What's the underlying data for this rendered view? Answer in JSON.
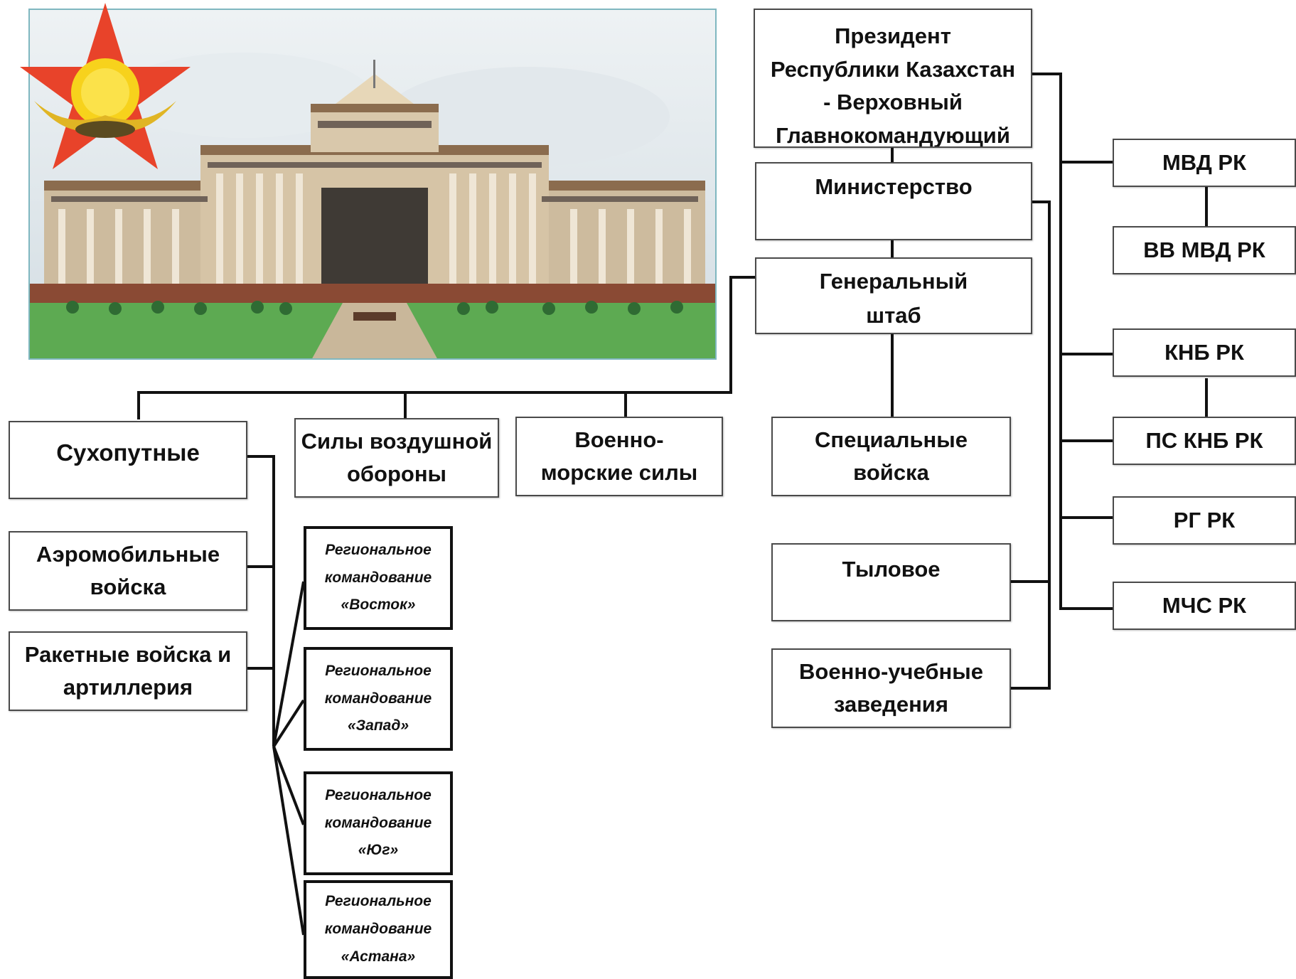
{
  "nodes": {
    "president": "Президент\nРеспублики Казахстан\n- Верховный\nГлавнокомандующий",
    "ministry": "Министерство",
    "general_staff": "Генеральный\nштаб",
    "ground_forces": "Сухопутные",
    "air_defense": "Силы воздушной\nобороны",
    "navy": "Военно-\nморские силы",
    "special_forces": "Специальные\nвойска",
    "airmobile": "Аэромобильные\nвойска",
    "missile_artillery": "Ракетные войска и\nартиллерия",
    "rear": "Тыловое",
    "military_schools": "Военно-учебные\nзаведения",
    "mvd": "МВД РК",
    "vv_mvd": "ВВ МВД РК",
    "knb": "КНБ РК",
    "ps_knb": "ПС КНБ РК",
    "rg": "РГ РК",
    "mchs": "МЧС РК"
  },
  "regional_commands": [
    "Региональное\nкомандование\n«Восток»",
    "Региональное\nкомандование\n«Запад»",
    "Региональное\nкомандование\n«Юг»",
    "Региональное\nкомандование\n«Астана»"
  ],
  "colors": {
    "star": "#e8432a",
    "sun": "#f7d21c",
    "sky": "#d9e4ea",
    "grass": "#4fa04a",
    "building": "#c9b79a"
  }
}
